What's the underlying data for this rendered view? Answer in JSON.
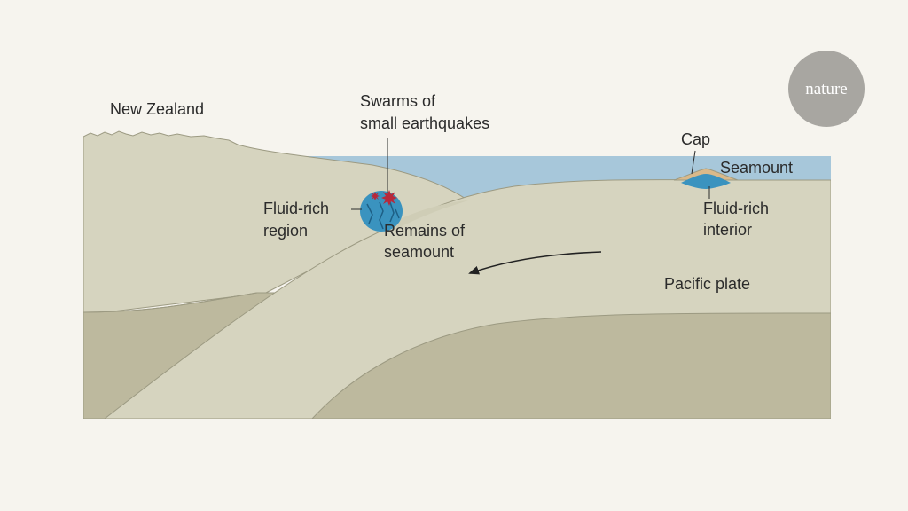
{
  "labels": {
    "new_zealand": "New Zealand",
    "swarms_line1": "Swarms of",
    "swarms_line2": "small earthquakes",
    "fluid_rich_region_line1": "Fluid-rich",
    "fluid_rich_region_line2": "region",
    "remains_line1": "Remains of",
    "remains_line2": "seamount",
    "cap": "Cap",
    "seamount": "Seamount",
    "fluid_rich_interior_line1": "Fluid-rich",
    "fluid_rich_interior_line2": "interior",
    "pacific_plate": "Pacific plate"
  },
  "logo": {
    "text": "nature",
    "color": "#a8a6a1"
  },
  "colors": {
    "background": "#f6f4ee",
    "ocean": "#a7c7da",
    "land_light": "#d6d4bf",
    "land_mid": "#cfcdb6",
    "mantle_dark": "#bdb99e",
    "fluid": "#3a93bf",
    "cap": "#d9b98a",
    "earthquake": "#b8283a",
    "outline": "#9c9a82",
    "arrow": "#222222"
  },
  "icons": {
    "earthquake": "starburst-icon",
    "direction": "curved-arrow-icon"
  }
}
